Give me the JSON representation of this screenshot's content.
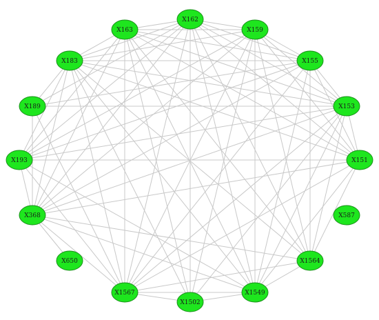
{
  "colors": {
    "node_fill": "#1ee61e",
    "edge": "#c8c8c8",
    "background": "#ffffff"
  },
  "nodes": [
    {
      "id": "X162",
      "label": "X162"
    },
    {
      "id": "X159",
      "label": "X159"
    },
    {
      "id": "X155",
      "label": "X155"
    },
    {
      "id": "X153",
      "label": "X153"
    },
    {
      "id": "X151",
      "label": "X151"
    },
    {
      "id": "X587",
      "label": "X587"
    },
    {
      "id": "X1564",
      "label": "X1564"
    },
    {
      "id": "X1549",
      "label": "X1549"
    },
    {
      "id": "X1502",
      "label": "X1502"
    },
    {
      "id": "X1567",
      "label": "X1567"
    },
    {
      "id": "X650",
      "label": "X650"
    },
    {
      "id": "X368",
      "label": "X368"
    },
    {
      "id": "X193",
      "label": "X193"
    },
    {
      "id": "X189",
      "label": "X189"
    },
    {
      "id": "X183",
      "label": "X183"
    },
    {
      "id": "X163",
      "label": "X163"
    }
  ],
  "edges": [
    [
      "X162",
      "X159"
    ],
    [
      "X162",
      "X155"
    ],
    [
      "X162",
      "X153"
    ],
    [
      "X162",
      "X151"
    ],
    [
      "X162",
      "X1564"
    ],
    [
      "X162",
      "X1549"
    ],
    [
      "X162",
      "X1502"
    ],
    [
      "X162",
      "X1567"
    ],
    [
      "X162",
      "X368"
    ],
    [
      "X162",
      "X193"
    ],
    [
      "X162",
      "X189"
    ],
    [
      "X162",
      "X183"
    ],
    [
      "X162",
      "X163"
    ],
    [
      "X159",
      "X155"
    ],
    [
      "X159",
      "X153"
    ],
    [
      "X159",
      "X151"
    ],
    [
      "X159",
      "X1564"
    ],
    [
      "X159",
      "X1549"
    ],
    [
      "X159",
      "X1502"
    ],
    [
      "X159",
      "X1567"
    ],
    [
      "X159",
      "X368"
    ],
    [
      "X159",
      "X193"
    ],
    [
      "X159",
      "X183"
    ],
    [
      "X159",
      "X163"
    ],
    [
      "X155",
      "X153"
    ],
    [
      "X155",
      "X151"
    ],
    [
      "X155",
      "X1564"
    ],
    [
      "X155",
      "X1549"
    ],
    [
      "X155",
      "X1567"
    ],
    [
      "X155",
      "X368"
    ],
    [
      "X155",
      "X193"
    ],
    [
      "X155",
      "X189"
    ],
    [
      "X155",
      "X183"
    ],
    [
      "X155",
      "X163"
    ],
    [
      "X153",
      "X151"
    ],
    [
      "X153",
      "X1564"
    ],
    [
      "X153",
      "X1549"
    ],
    [
      "X153",
      "X1502"
    ],
    [
      "X153",
      "X1567"
    ],
    [
      "X153",
      "X368"
    ],
    [
      "X153",
      "X193"
    ],
    [
      "X153",
      "X189"
    ],
    [
      "X153",
      "X183"
    ],
    [
      "X153",
      "X163"
    ],
    [
      "X151",
      "X1564"
    ],
    [
      "X151",
      "X1549"
    ],
    [
      "X151",
      "X1567"
    ],
    [
      "X151",
      "X368"
    ],
    [
      "X151",
      "X193"
    ],
    [
      "X151",
      "X183"
    ],
    [
      "X151",
      "X163"
    ],
    [
      "X1564",
      "X1549"
    ],
    [
      "X1564",
      "X1567"
    ],
    [
      "X1564",
      "X368"
    ],
    [
      "X1564",
      "X183"
    ],
    [
      "X1564",
      "X163"
    ],
    [
      "X1549",
      "X1502"
    ],
    [
      "X1549",
      "X1567"
    ],
    [
      "X1549",
      "X368"
    ],
    [
      "X1549",
      "X193"
    ],
    [
      "X1549",
      "X183"
    ],
    [
      "X1549",
      "X163"
    ],
    [
      "X1502",
      "X1567"
    ],
    [
      "X1502",
      "X163"
    ],
    [
      "X1502",
      "X183"
    ],
    [
      "X1567",
      "X368"
    ],
    [
      "X1567",
      "X193"
    ],
    [
      "X1567",
      "X189"
    ],
    [
      "X1567",
      "X183"
    ],
    [
      "X1567",
      "X163"
    ],
    [
      "X650",
      "X368"
    ],
    [
      "X368",
      "X193"
    ],
    [
      "X368",
      "X189"
    ],
    [
      "X368",
      "X183"
    ],
    [
      "X368",
      "X163"
    ],
    [
      "X193",
      "X183"
    ],
    [
      "X193",
      "X163"
    ],
    [
      "X189",
      "X183"
    ],
    [
      "X183",
      "X163"
    ]
  ]
}
